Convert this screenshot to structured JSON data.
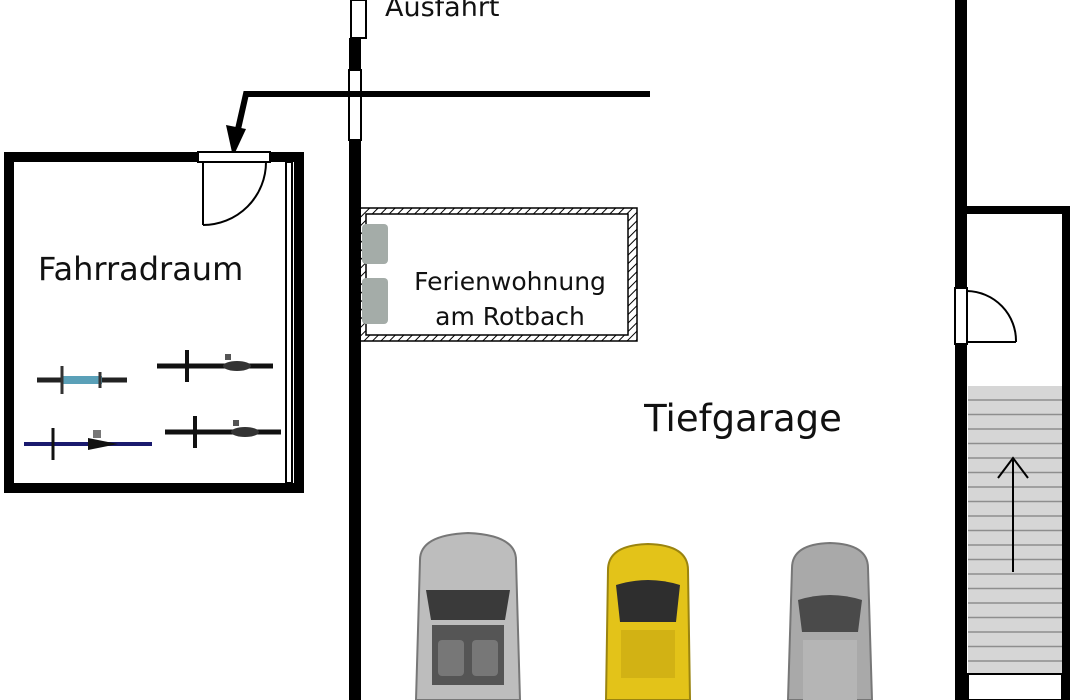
{
  "labels": {
    "exit": "Ausfahrt",
    "bike_room": "Fahrradraum",
    "apartment_line1": "Ferienwohnung",
    "apartment_line2": "am Rotbach",
    "garage": "Tiefgarage"
  },
  "colors": {
    "wall": "#000000",
    "stairs": "#d6d6d6",
    "car_silver": "#bdbdbd",
    "car_yellow": "#e3c319",
    "car_grey": "#a9a9a9",
    "door_fill": "#f2f2f2"
  },
  "icons": [
    "arrow-down-left-icon",
    "bicycle-icon",
    "car-icon",
    "stairs-up-arrow-icon",
    "door-swing-icon"
  ]
}
